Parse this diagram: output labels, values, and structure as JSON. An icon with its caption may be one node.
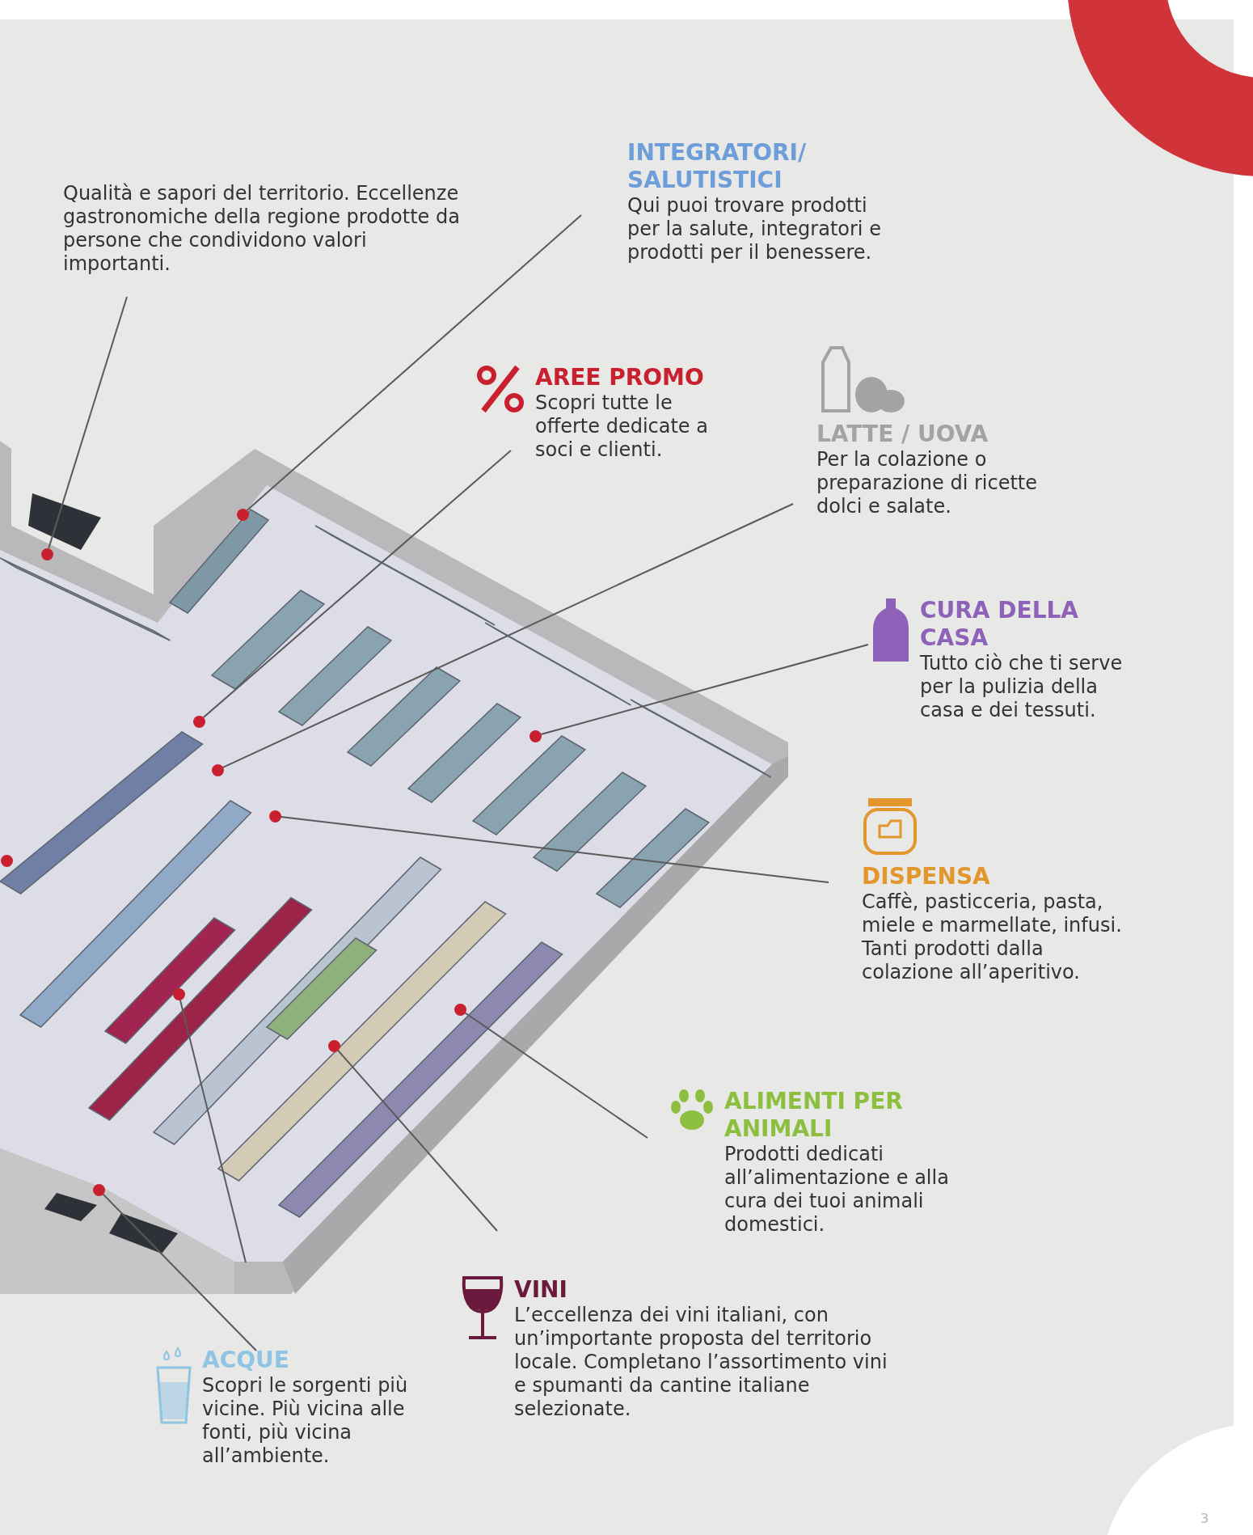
{
  "diagram": {
    "nodes": [
      {
        "text": [
          "Qualità e sapori del territorio. Eccellenze gastronomiche della regione prodotte da persone che condividono valori importanti."
        ]
      },
      {
        "text": [
          "INTEGRATORI/ SALUTISTICI",
          "Qui puoi trovare prodotti per la salute, integratori e prodotti per il benessere."
        ]
      },
      {
        "text": [
          "AREE PROMO",
          "Scopri tutte le offerte dedicate a soci e clienti."
        ]
      },
      {
        "text": [
          "LATTE / UOVA",
          "Per la colazione o preparazione di ricette dolci e salate."
        ]
      },
      {
        "text": [
          "CURA DELLA CASA",
          "Tutto ciò che ti serve per la pulizia della casa e dei tessuti."
        ]
      },
      {
        "text": [
          "DISPENSA",
          "Caffè, pasticceria, pasta, miele e marmellate, infusi. Tanti prodotti dalla colazione all’aperitivo."
        ]
      },
      {
        "text": [
          "ALIMENTI PER ANIMALI",
          "Prodotti dedicati all’alimentazione e alla cura dei tuoi animali domestici."
        ]
      },
      {
        "text": [
          "VINI",
          "L’eccellenza dei vini italiani, con un’importante proposta del territorio locale. Completano l’assortimento vini e spumanti da cantine italiane selezionate."
        ]
      },
      {
        "text": [
          "ACQUE",
          "Scopri le sorgenti più vicine. Più vicina alle fonti, più vicina all’ambiente."
        ]
      },
      {
        "text": [],
        "shape": "circle"
      },
      {
        "text": [],
        "shape": "circle"
      },
      {
        "text": [],
        "shape": "circle"
      },
      {
        "text": [],
        "shape": "circle"
      },
      {
        "text": [],
        "shape": "circle"
      },
      {
        "text": [],
        "shape": "circle"
      },
      {
        "text": [],
        "shape": "circle"
      },
      {
        "text": [],
        "shape": "circle"
      },
      {
        "text": [],
        "shape": "circle"
      },
      {
        "text": [],
        "shape": "circle"
      },
      {
        "text": [],
        "shape": "circle"
      }
    ],
    "edges": [
      {
        "from": 0,
        "to": 10,
        "arrow": "none"
      },
      {
        "from": 1,
        "to": 9,
        "arrow": "none"
      },
      {
        "from": 2,
        "to": 11,
        "arrow": "none"
      },
      {
        "from": 3,
        "to": 13,
        "arrow": "none"
      },
      {
        "from": 4,
        "to": 12,
        "arrow": "none"
      },
      {
        "from": 5,
        "to": 14,
        "arrow": "none"
      },
      {
        "from": 6,
        "to": 17,
        "arrow": "none"
      },
      {
        "from": 7,
        "to": 18,
        "arrow": "none"
      },
      {
        "from": 8,
        "to": 19,
        "arrow": "none"
      },
      {
        "from": 16,
        "to": null,
        "arrow": "none"
      }
    ],
    "labels": [
      "3"
    ]
  }
}
